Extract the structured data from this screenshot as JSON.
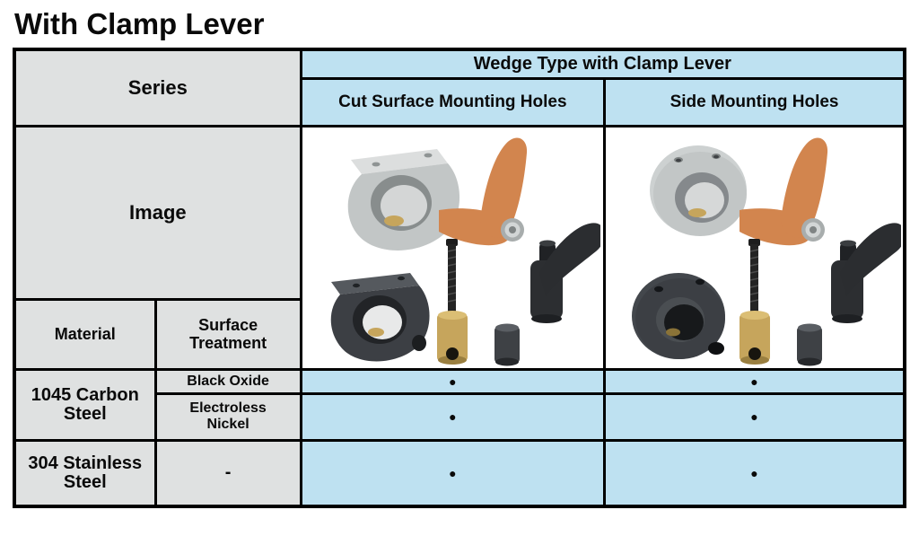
{
  "page_title": "With Clamp Lever",
  "table": {
    "series_label": "Series",
    "group_header": "Wedge Type with Clamp Lever",
    "columns": [
      {
        "label": "Cut Surface Mounting Holes"
      },
      {
        "label": "Side Mounting Holes"
      }
    ],
    "image_label": "Image",
    "material_label": "Material",
    "surface_treatment_label": "Surface Treatment",
    "materials": [
      {
        "name": "1045 Carbon Steel",
        "treatments": [
          {
            "name": "Black Oxide",
            "cut_surface": "●",
            "side": "●"
          },
          {
            "name": "Electroless Nickel",
            "cut_surface": "●",
            "side": "●"
          }
        ]
      },
      {
        "name": "304 Stainless Steel",
        "treatments": [
          {
            "name": "-",
            "cut_surface": "●",
            "side": "●"
          }
        ]
      }
    ],
    "images": [
      {
        "name": "clamp-collar-cut-surface-mounting-holes-product-photo"
      },
      {
        "name": "clamp-collar-side-mounting-holes-product-photo"
      }
    ]
  },
  "colors": {
    "header_blue": "#bee1f1",
    "cell_gray": "#dfe1e1",
    "border_black": "#000000",
    "lever_orange": "#d2854e",
    "steel_silver": "#c2c6c6",
    "steel_silver_top": "#dcdede",
    "steel_dark": "#3c3f44",
    "steel_dark_top": "#55595e",
    "brass": "#c6a55c",
    "bullet_black": "#000000"
  }
}
